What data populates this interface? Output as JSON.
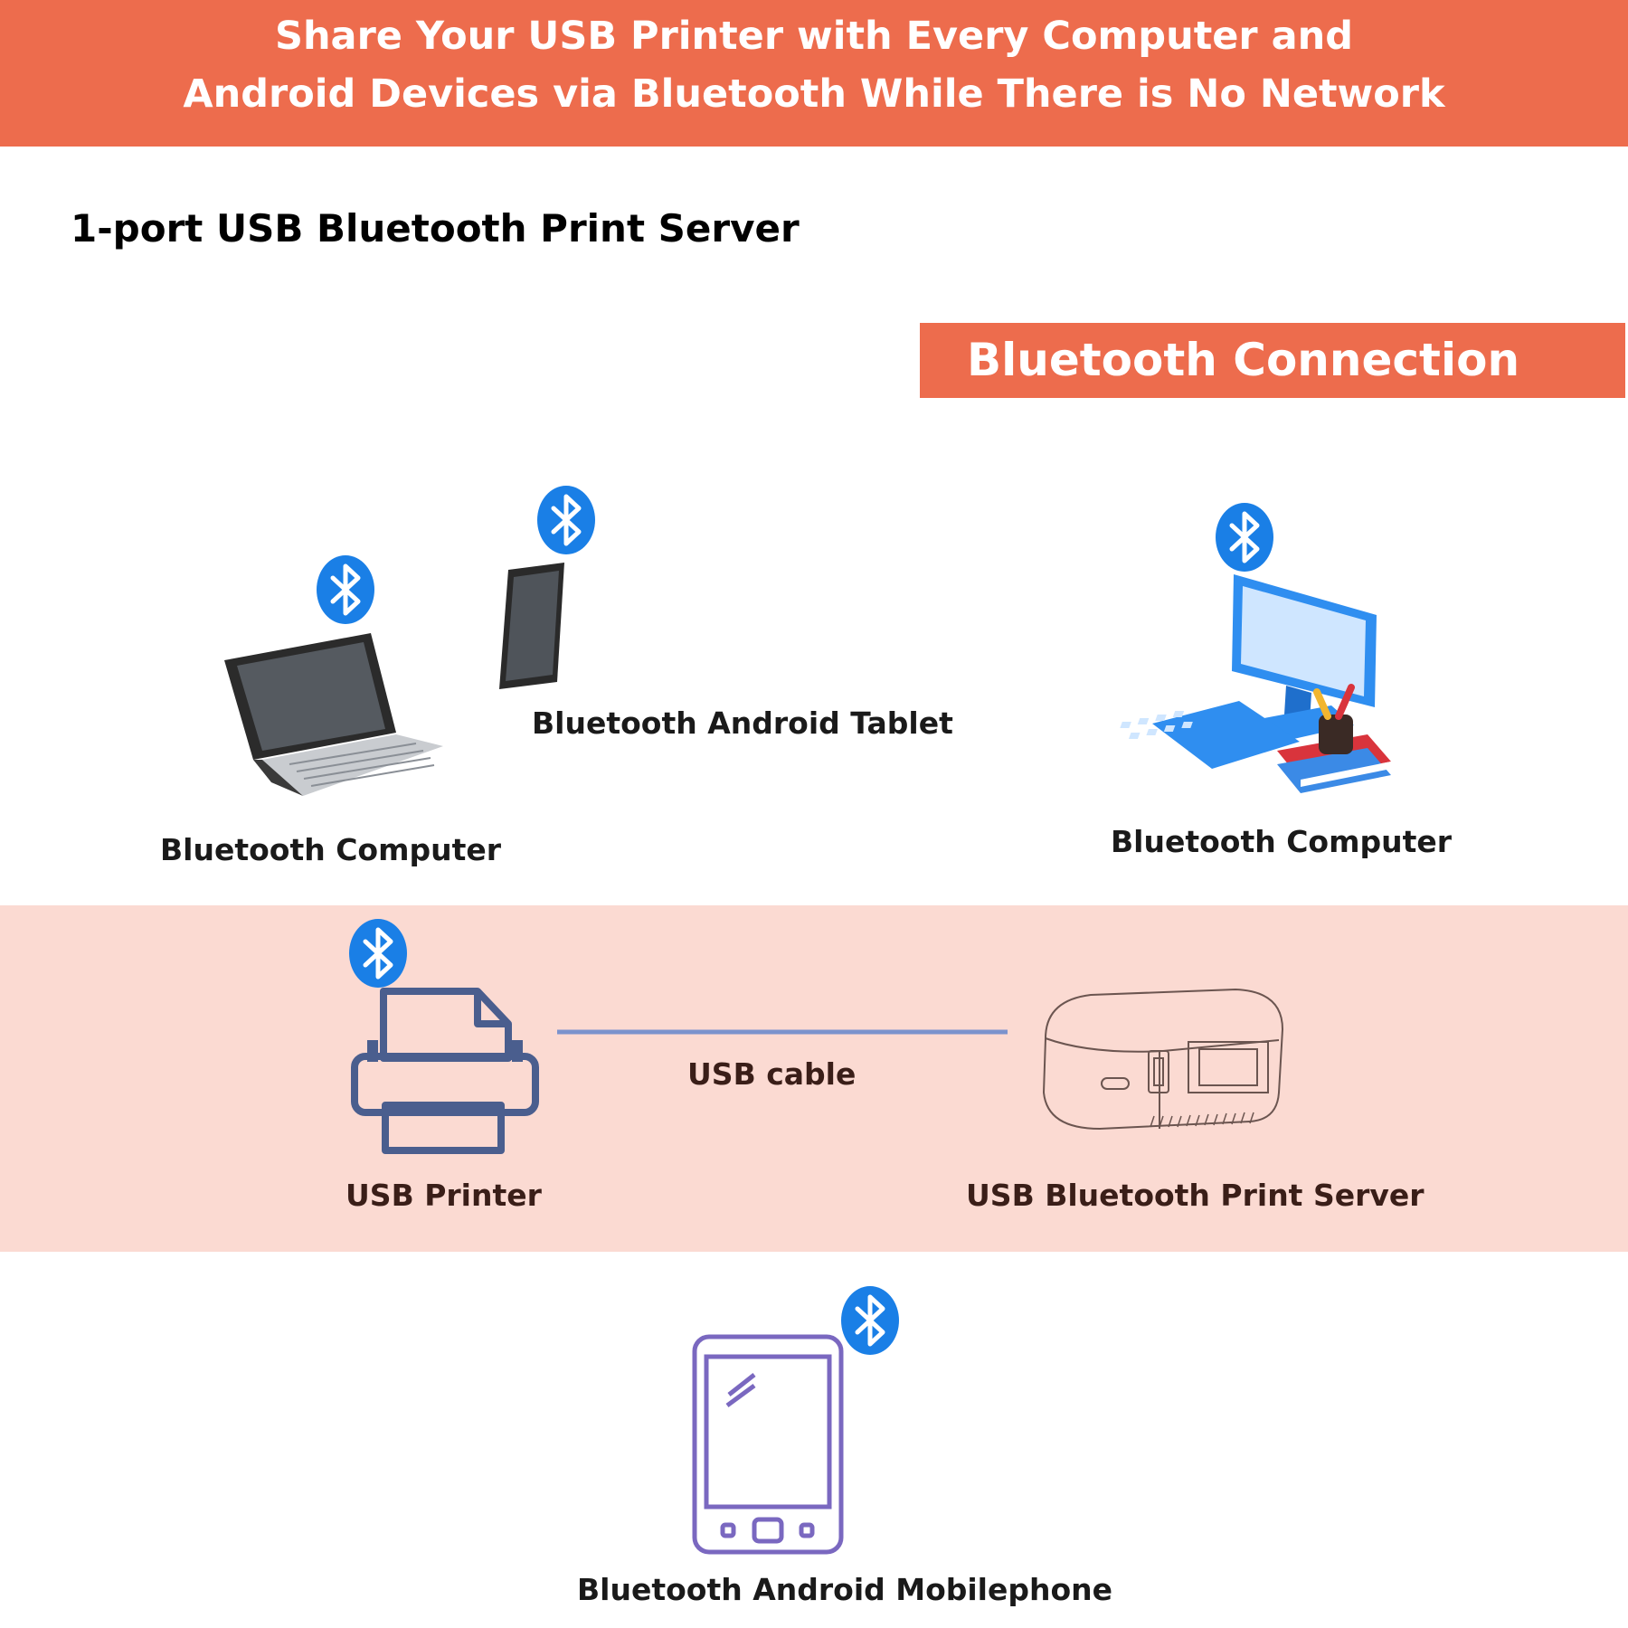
{
  "banner": {
    "line1": "Share Your USB Printer with Every Computer and",
    "line2": "Android Devices via Bluetooth While There is No Network"
  },
  "subtitle": "1-port USB Bluetooth Print Server",
  "connection_box": "Bluetooth Connection",
  "nodes": {
    "laptop_label": "Bluetooth Computer",
    "tablet_label": "Bluetooth Android Tablet",
    "desktop_label": "Bluetooth Computer",
    "printer_label": "USB Printer",
    "cable_label": "USB cable",
    "server_label": "USB Bluetooth Print Server",
    "phone_label": "Bluetooth Android Mobilephone"
  },
  "colors": {
    "banner": "#ed6c4d",
    "band": "#fbdad2",
    "bluetooth": "#1a7fe6",
    "printer": "#4a5e8e",
    "phone": "#7a68c0"
  }
}
